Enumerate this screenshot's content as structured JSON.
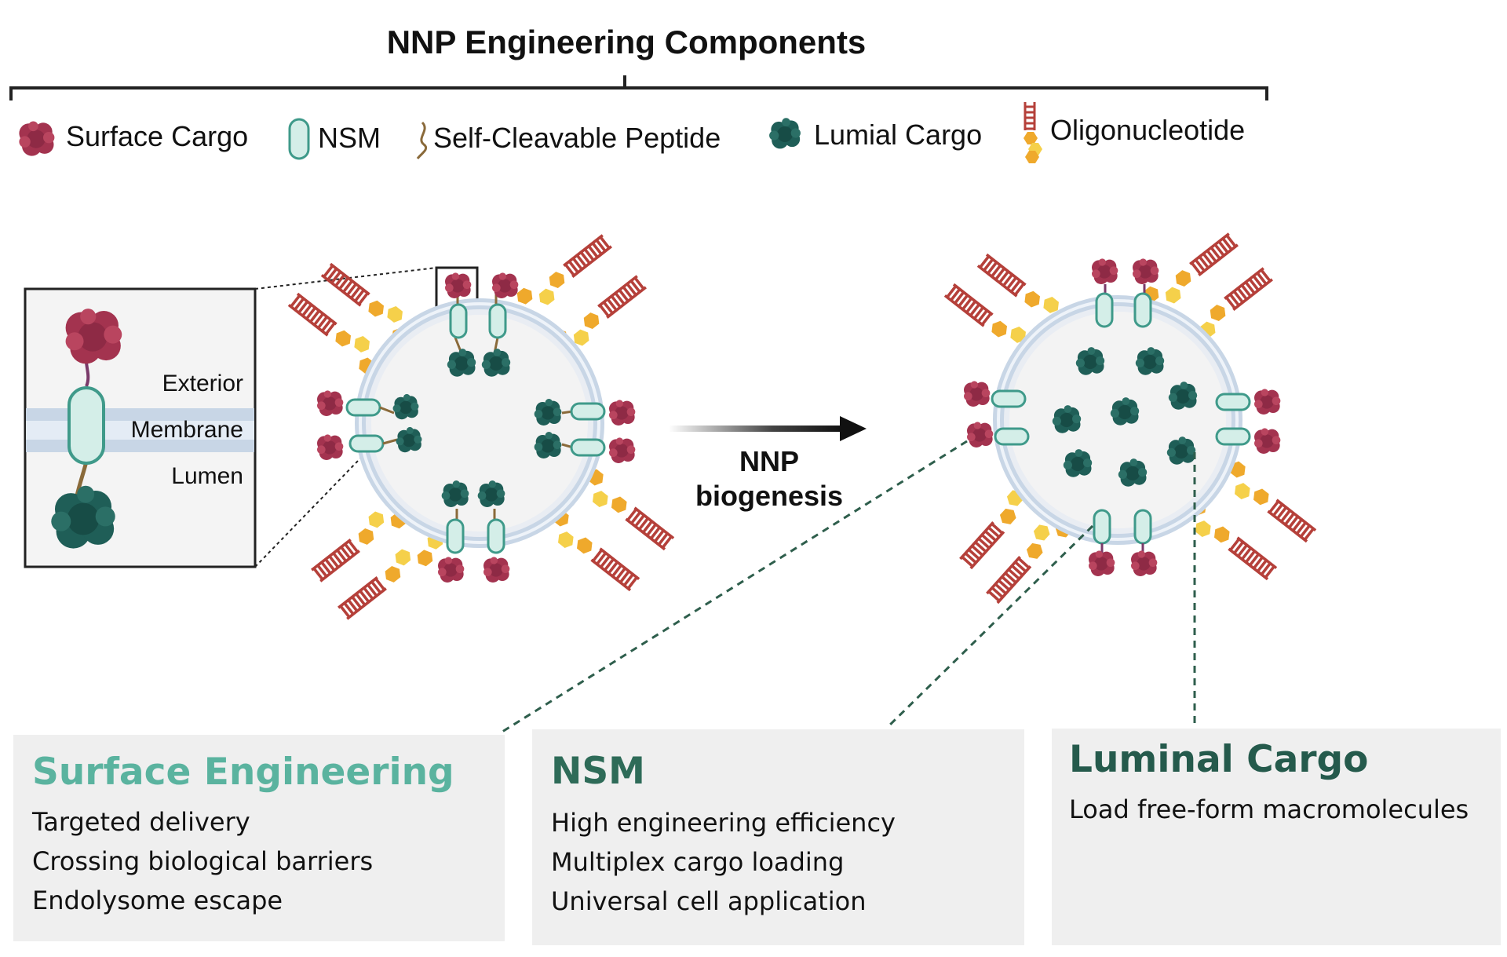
{
  "title": "NNP Engineering Components",
  "legend": [
    {
      "icon": "surface-cargo-icon",
      "label": "Surface Cargo"
    },
    {
      "icon": "nsm-icon",
      "label": "NSM"
    },
    {
      "icon": "peptide-icon",
      "label": "Self-Cleavable Peptide"
    },
    {
      "icon": "lumial-cargo-icon",
      "label": "Lumial Cargo"
    },
    {
      "icon": "oligonucleotide-icon",
      "label": "Oligonucleotide"
    }
  ],
  "inset": {
    "exterior": "Exterior",
    "membrane": "Membrane",
    "lumen": "Lumen"
  },
  "arrow_label": {
    "line1": "NNP",
    "line2": "biogenesis"
  },
  "panels": {
    "surface": {
      "title": "Surface Engineering",
      "lines": [
        "Targeted delivery",
        "Crossing biological barriers",
        "Endolysome escape"
      ]
    },
    "nsm": {
      "title": "NSM",
      "lines": [
        "High engineering efficiency",
        "Multiplex cargo loading",
        "Universal cell application"
      ]
    },
    "luminal": {
      "title": "Luminal Cargo",
      "lines": [
        "Load free-form macromolecules"
      ]
    }
  },
  "colors": {
    "surface_cargo": "#a3334f",
    "lumial_cargo": "#1f5e57",
    "nsm_fill": "#d4eee8",
    "nsm_stroke": "#3f9a8a",
    "membrane": "#c8d6e6",
    "oligo_red": "#b5403a",
    "oligo_gold": "#efa92c",
    "oligo_yellow": "#f5d04a",
    "surface_title": "#5ab39f",
    "nsm_title": "#2e6b58",
    "luminal_title": "#255a4c",
    "panel_bg": "#efefef"
  }
}
